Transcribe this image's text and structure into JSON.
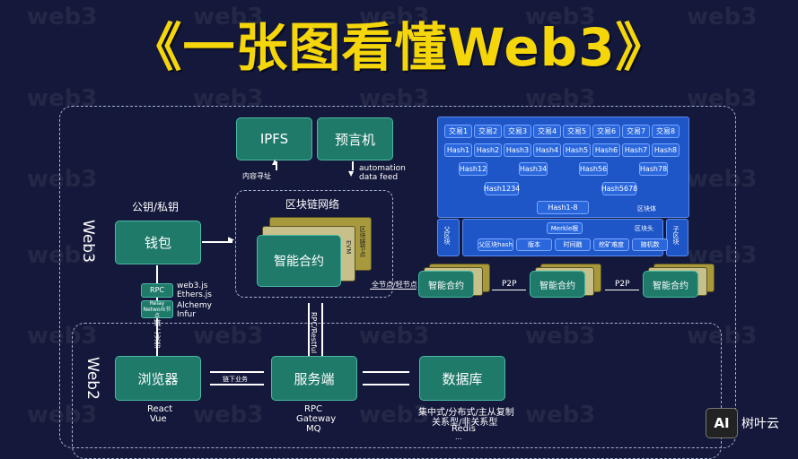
{
  "title": "《一张图看懂Web3》",
  "watermark": "web3",
  "zones": {
    "web3": "Web3",
    "web2": "Web2"
  },
  "nodes": {
    "ipfs": "IPFS",
    "oracle": "预言机",
    "blockchain_network": "区块链网络",
    "wallet": "钱包",
    "smart_contract": "智能合约",
    "evm": "EVM",
    "blockchain_node": "区块链节点",
    "browser": "浏览器",
    "server": "服务端",
    "database": "数据库"
  },
  "labels": {
    "content_address": "内容寻址",
    "automation": "automation",
    "data_feed": "data feed",
    "keys": "公钥/私钥",
    "rpc": "RPC",
    "relay": "Relay Network节点",
    "web3js": "web3.js",
    "ethersjs": "Ethers.js",
    "alchemy": "Alchemy",
    "infura": "Infur",
    "on_chain": "链上业务",
    "off_chain": "链下业务",
    "full_node": "全节点/轻节点",
    "p2p": "P2P",
    "rpc_restful": "RPC/Restful",
    "browser_tech": [
      "React",
      "Vue"
    ],
    "server_tech": [
      "RPC",
      "Gateway",
      "MQ"
    ],
    "db_tech": [
      "集中式/分布式/主从复制",
      "关系型/非关系型",
      "Redis",
      "..."
    ]
  },
  "block": {
    "tx": [
      "交易1",
      "交易2",
      "交易3",
      "交易4",
      "交易5",
      "交易6",
      "交易7",
      "交易8"
    ],
    "hash1": [
      "Hash1",
      "Hash2",
      "Hash3",
      "Hash4",
      "Hash5",
      "Hash6",
      "Hash7",
      "Hash8"
    ],
    "hash2": [
      "Hash12",
      "Hash34",
      "Hash56",
      "Hash78"
    ],
    "hash3": [
      "Hash1234",
      "Hash5678"
    ],
    "root": "Hash1-8",
    "body": "区块体",
    "merkle": "Merkle根",
    "header": "区块头",
    "parent": "父区块",
    "child": "子区块",
    "fields": [
      "父区块hash",
      "版本",
      "时间戳",
      "挖矿难度",
      "随机数"
    ]
  },
  "brand": {
    "logo": "AI",
    "name": "树叶云"
  }
}
